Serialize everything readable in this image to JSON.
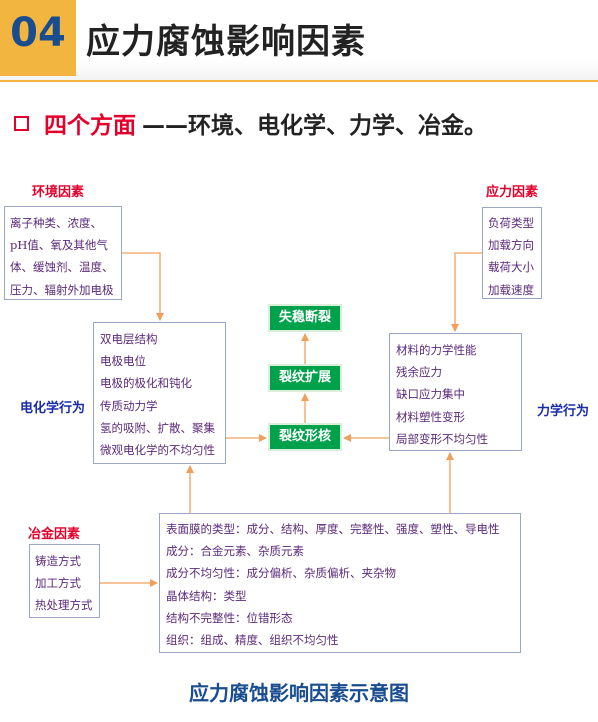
{
  "header": {
    "number": "04",
    "title": "应力腐蚀影响因素"
  },
  "subtitle": {
    "highlight": "四个方面",
    "rest": "——环境、电化学、力学、冶金。"
  },
  "labels": {
    "env": "环境因素",
    "force": "应力因素",
    "electrochem": "电化学行为",
    "mechanical": "力学行为",
    "metallurgy": "冶金因素"
  },
  "env_box": [
    "离子种类、浓度、",
    "pH值、氧及其他气",
    "体、缓蚀剂、温度、",
    "压力、辐射外加电极"
  ],
  "force_box": [
    "负荷类型",
    "加载方向",
    "载荷大小",
    "加载速度"
  ],
  "electrochem_box": [
    "双电层结构",
    "电极电位",
    "电极的极化和钝化",
    "传质动力学",
    "氢的吸附、扩散、聚集",
    "微观电化学的不均匀性"
  ],
  "mechanical_box": [
    "材料的力学性能",
    "残余应力",
    "缺口应力集中",
    "材料塑性变形",
    "局部变形不均匀性"
  ],
  "metallurgy_box": [
    "铸造方式",
    "加工方式",
    "热处理方式"
  ],
  "material_box": [
    "表面膜的类型：成分、结构、厚度、完整性、强度、塑性、导电性",
    "成分：合金元素、杂质元素",
    "成分不均匀性：成分偏析、杂质偏析、夹杂物",
    "晶体结构：类型",
    "结构不完整性：位错形态",
    "组织：组成、精度、组织不均匀性"
  ],
  "stages": {
    "top": "失稳断裂",
    "mid": "裂纹扩展",
    "bot": "裂纹形核"
  },
  "caption": "应力腐蚀影响因素示意图",
  "colors": {
    "accent": "#f2b640",
    "red": "#e3002b",
    "green": "#00a14b",
    "arrow": "#f0a05a",
    "text_purple": "#5b2a7a"
  }
}
